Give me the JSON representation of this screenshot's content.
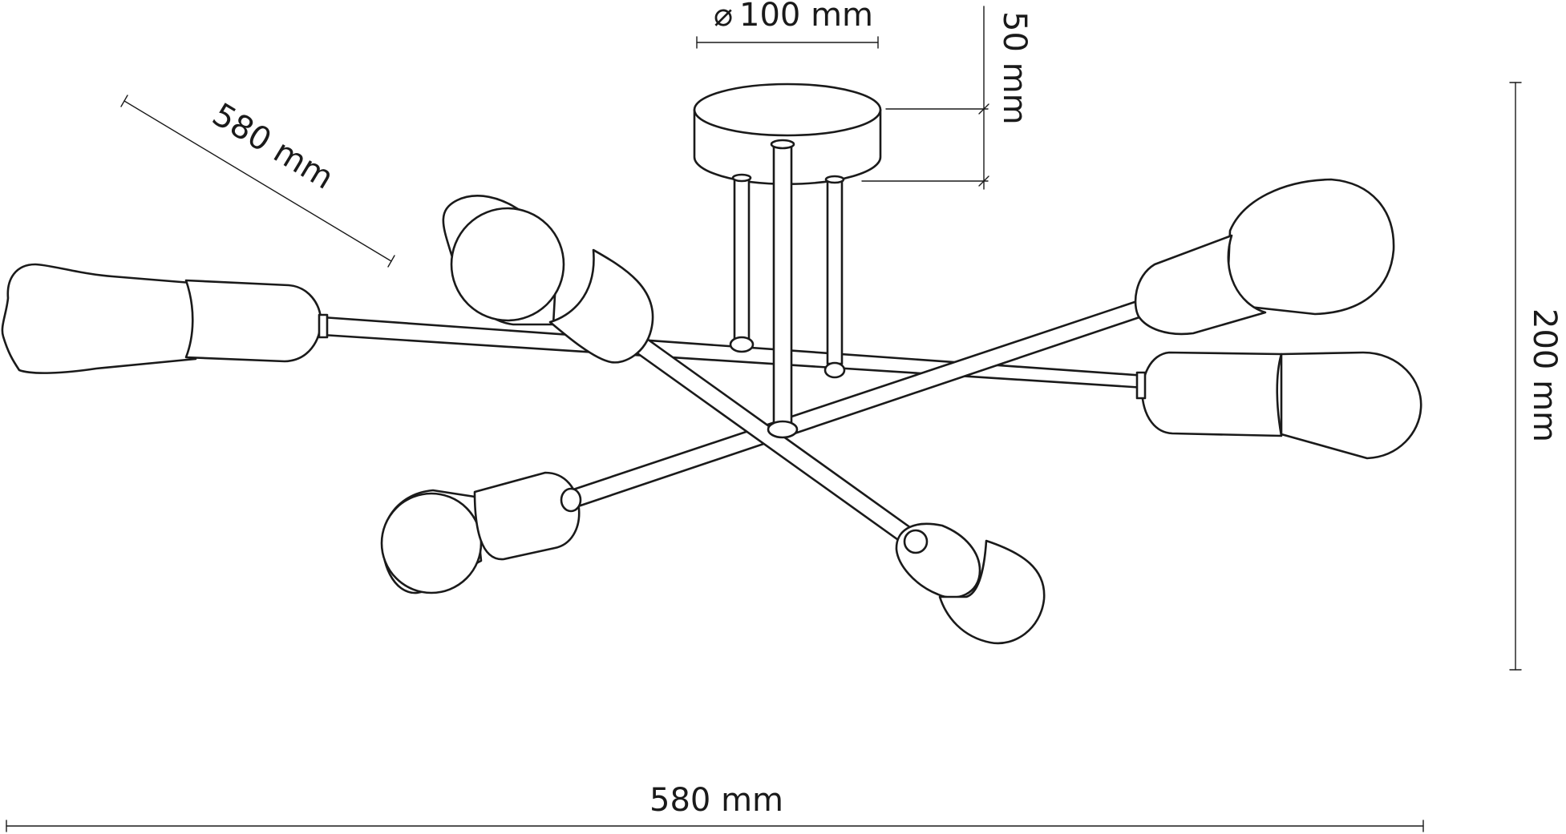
{
  "dimensions": {
    "canopy_diameter": "100 mm",
    "canopy_height": "50 mm",
    "arm_length": "580 mm",
    "total_height": "200 mm",
    "total_width": "580 mm"
  },
  "colors": {
    "line": "#1a1a1a",
    "background": "#ffffff"
  },
  "diameter_symbol": "⌀"
}
